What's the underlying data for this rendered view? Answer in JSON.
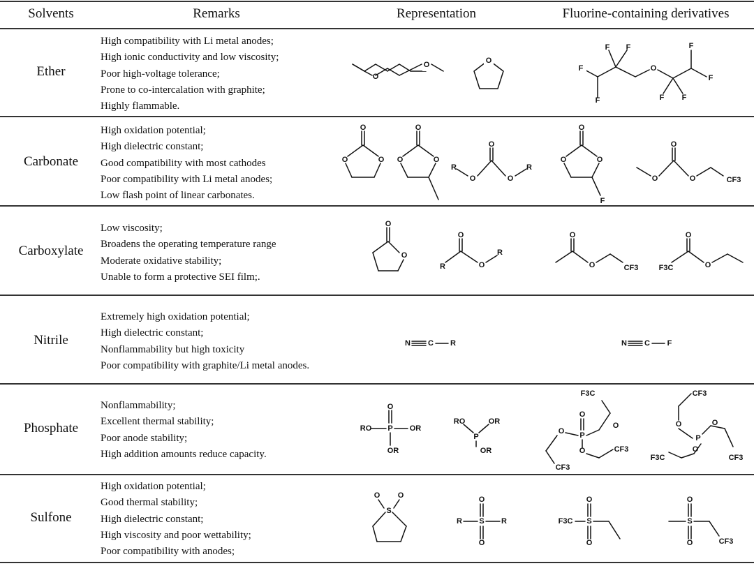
{
  "headers": {
    "solvents": "Solvents",
    "remarks": "Remarks",
    "representation": "Representation",
    "fluorinated": "Fluorine-containing derivatives"
  },
  "rows": [
    {
      "name": "Ether",
      "remarks": [
        "High compatibility with Li metal anodes;",
        "High ionic conductivity and low viscosity;",
        "Poor high-voltage tolerance;",
        "Prone to co-intercalation with graphite;",
        "Highly flammable."
      ]
    },
    {
      "name": "Carbonate",
      "remarks": [
        "High oxidation potential;",
        "High dielectric constant;",
        "Good compatibility with most cathodes",
        "Poor compatibility with Li metal anodes;",
        "Low flash point of linear carbonates."
      ]
    },
    {
      "name": "Carboxylate",
      "remarks": [
        "Low viscosity;",
        "Broadens the operating temperature range",
        "Moderate oxidative stability;",
        "Unable to form a protective SEI film;."
      ]
    },
    {
      "name": "Nitrile",
      "remarks": [
        "Extremely high oxidation potential;",
        "High dielectric constant;",
        "Nonflammability but high toxicity",
        "Poor compatibility with graphite/Li metal anodes."
      ]
    },
    {
      "name": "Phosphate",
      "remarks": [
        "Nonflammability;",
        "Excellent thermal stability;",
        "Poor anode stability;",
        "High addition amounts reduce capacity."
      ]
    },
    {
      "name": "Sulfone",
      "remarks": [
        "High oxidation potential;",
        "Good thermal stability;",
        "High dielectric constant;",
        "High viscosity and poor wettability;",
        "Poor compatibility with anodes;"
      ]
    }
  ],
  "atoms": {
    "o": "O",
    "f": "F",
    "r": "R",
    "n": "N",
    "c": "C",
    "p": "P",
    "s": "S",
    "ro": "RO",
    "or": "OR",
    "f3c": "F3C",
    "cf3": "CF3",
    "f3": "3"
  }
}
